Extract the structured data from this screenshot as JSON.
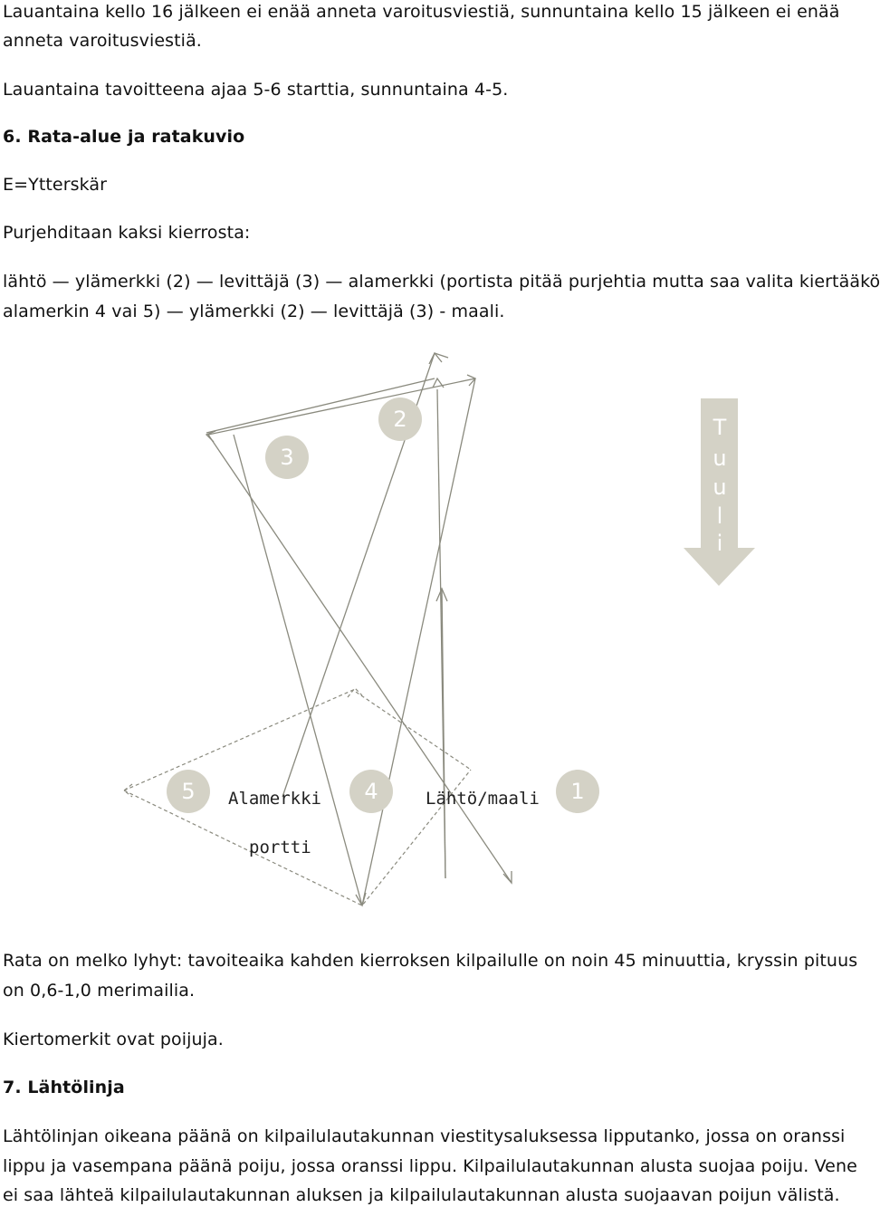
{
  "paragraphs": {
    "p1_line1": "Lauantaina kello 16 jälkeen ei enää anneta varoitusviestiä, sunnuntaina kello 15 jälkeen ei enää",
    "p1_line2": "anneta varoitusviestiä.",
    "p2": "Lauantaina tavoitteena ajaa 5-6 starttia, sunnuntaina 4-5.",
    "heading6": "6. Rata-alue ja ratakuvio",
    "area": "E=Ytterskär",
    "laps": "Purjehditaan kaksi kierrosta:",
    "course_line1": "lähtö — ylämerkki (2) — levittäjä (3) — alamerkki (portista pitää purjehtia mutta saa valita kiertääkö",
    "course_line2": "alamerkin 4 vai 5) — ylämerkki (2) — levittäjä (3) - maali.",
    "rata_line1": "Rata on melko lyhyt: tavoiteaika kahden kierroksen kilpailulle on noin 45 minuuttia, kryssin pituus",
    "rata_line2": "on 0,6-1,0 merimailia.",
    "kierto": "Kiertomerkit ovat poijuja.",
    "heading7": "7. Lähtölinja",
    "start_line1": "Lähtölinjan oikeana päänä on kilpailulautakunnan viestitysaluksessa lipputanko, jossa on oranssi",
    "start_line2": "lippu ja vasempana päänä poiju, jossa oranssi lippu. Kilpailulautakunnan alusta suojaa poiju. Vene",
    "start_line3": "ei saa lähteä kilpailulautakunnan aluksen ja kilpailulautakunnan alusta suojaavan poijun välistä."
  },
  "diagram": {
    "marks": {
      "m1": "1",
      "m2": "2",
      "m3": "3",
      "m4": "4",
      "m5": "5"
    },
    "labels": {
      "alamerkki": "Alamerkki",
      "lahto_maali": "Lähtö/maali",
      "portti": "portti"
    },
    "wind": {
      "letters": [
        "T",
        "u",
        "u",
        "l",
        "i"
      ]
    },
    "colors": {
      "mark_fill": "#d4d2c6",
      "course_line": "#8a8a7e"
    }
  }
}
